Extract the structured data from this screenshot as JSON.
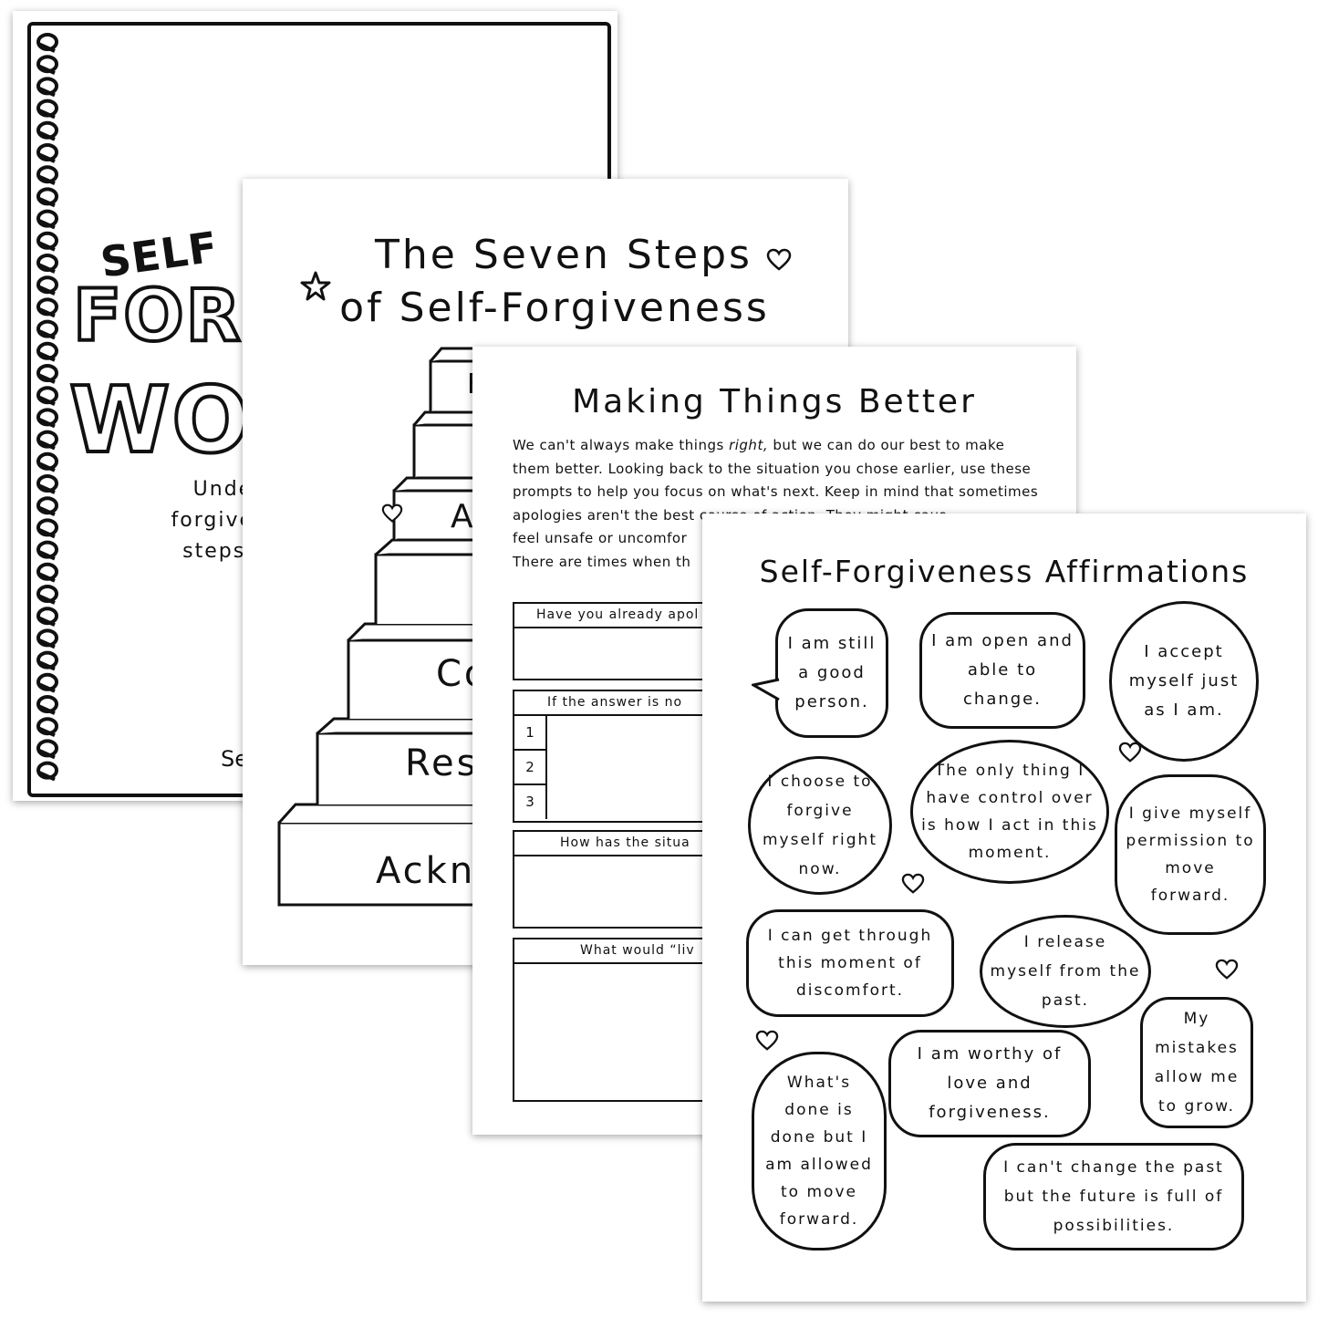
{
  "cover": {
    "title_small": "SELF",
    "title_line2": "FORG",
    "title_line3": "WOR",
    "subtitle": [
      "Underst",
      "forgiveness",
      "steps to t"
    ],
    "author": "Se"
  },
  "steps_page": {
    "title_line1": "The Seven Steps",
    "title_line2": "of Self-Forgiveness",
    "steps": [
      "F",
      "A",
      "Co",
      "Res",
      "Ackn"
    ]
  },
  "worksheet": {
    "title": "Making Things Better",
    "paragraph_parts": [
      "We can't always make things ",
      "right,",
      " but we can do our best to make them better. Looking back to the situation you chose earlier, use these prompts to help you focus on what's next. Keep in mind that sometimes apologies aren't the best course of action. They might caus",
      " feel unsafe or uncomfor",
      " There are times when th"
    ],
    "prompts": [
      "Have you already apol",
      "If the answer is no",
      "How has the situa",
      "What would “liv"
    ],
    "numbers": [
      "1",
      "2",
      "3"
    ]
  },
  "affirmations": {
    "title": "Self-Forgiveness Affirmations",
    "items": [
      "I am still a good person.",
      "I am open and able to change.",
      "I accept myself just as I am.",
      "I choose to forgive myself right now.",
      "The only thing I have control over is how I act in this moment.",
      "I give myself permission to move forward.",
      "I can get through this moment of discomfort.",
      "I release myself from the past.",
      "What's done is done but I am allowed to move forward.",
      "I am worthy of love and forgiveness.",
      "My mistakes allow me to grow.",
      "I can't change the past but the future is full of possibilities."
    ]
  }
}
